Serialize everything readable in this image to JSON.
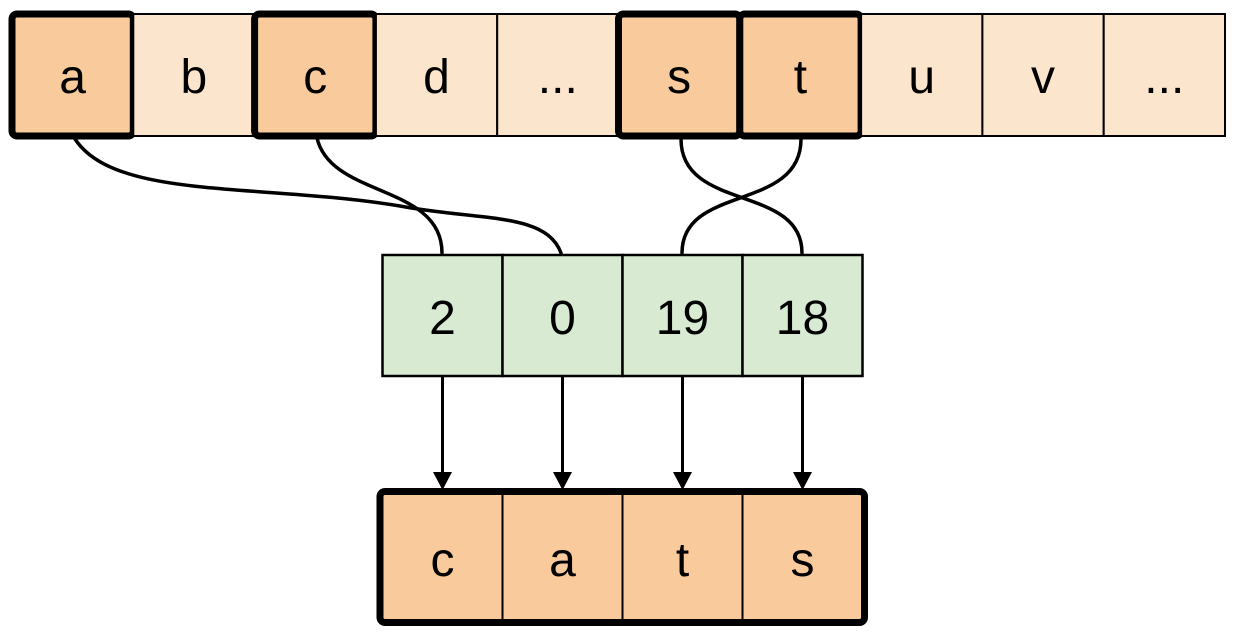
{
  "alphabet_row": {
    "cells": [
      {
        "label": "a",
        "highlighted": true
      },
      {
        "label": "b",
        "highlighted": false
      },
      {
        "label": "c",
        "highlighted": true
      },
      {
        "label": "d",
        "highlighted": false
      },
      {
        "label": "...",
        "highlighted": false
      },
      {
        "label": "s",
        "highlighted": true
      },
      {
        "label": "t",
        "highlighted": true
      },
      {
        "label": "u",
        "highlighted": false
      },
      {
        "label": "v",
        "highlighted": false
      },
      {
        "label": "...",
        "highlighted": false
      }
    ]
  },
  "index_row": {
    "cells": [
      {
        "label": "2"
      },
      {
        "label": "0"
      },
      {
        "label": "19"
      },
      {
        "label": "18"
      }
    ]
  },
  "output_row": {
    "cells": [
      {
        "label": "c"
      },
      {
        "label": "a"
      },
      {
        "label": "t"
      },
      {
        "label": "s"
      }
    ]
  },
  "mappings": [
    {
      "from_letter": "c",
      "to_index": "2"
    },
    {
      "from_letter": "a",
      "to_index": "0"
    },
    {
      "from_letter": "s",
      "to_index": "18"
    },
    {
      "from_letter": "t",
      "to_index": "19"
    }
  ],
  "colors": {
    "highlighted_cell": "#f9cb9c",
    "plain_cell": "#fce5cd",
    "index_cell": "#d9ead3",
    "line": "#000000",
    "background": "#ffffff"
  }
}
